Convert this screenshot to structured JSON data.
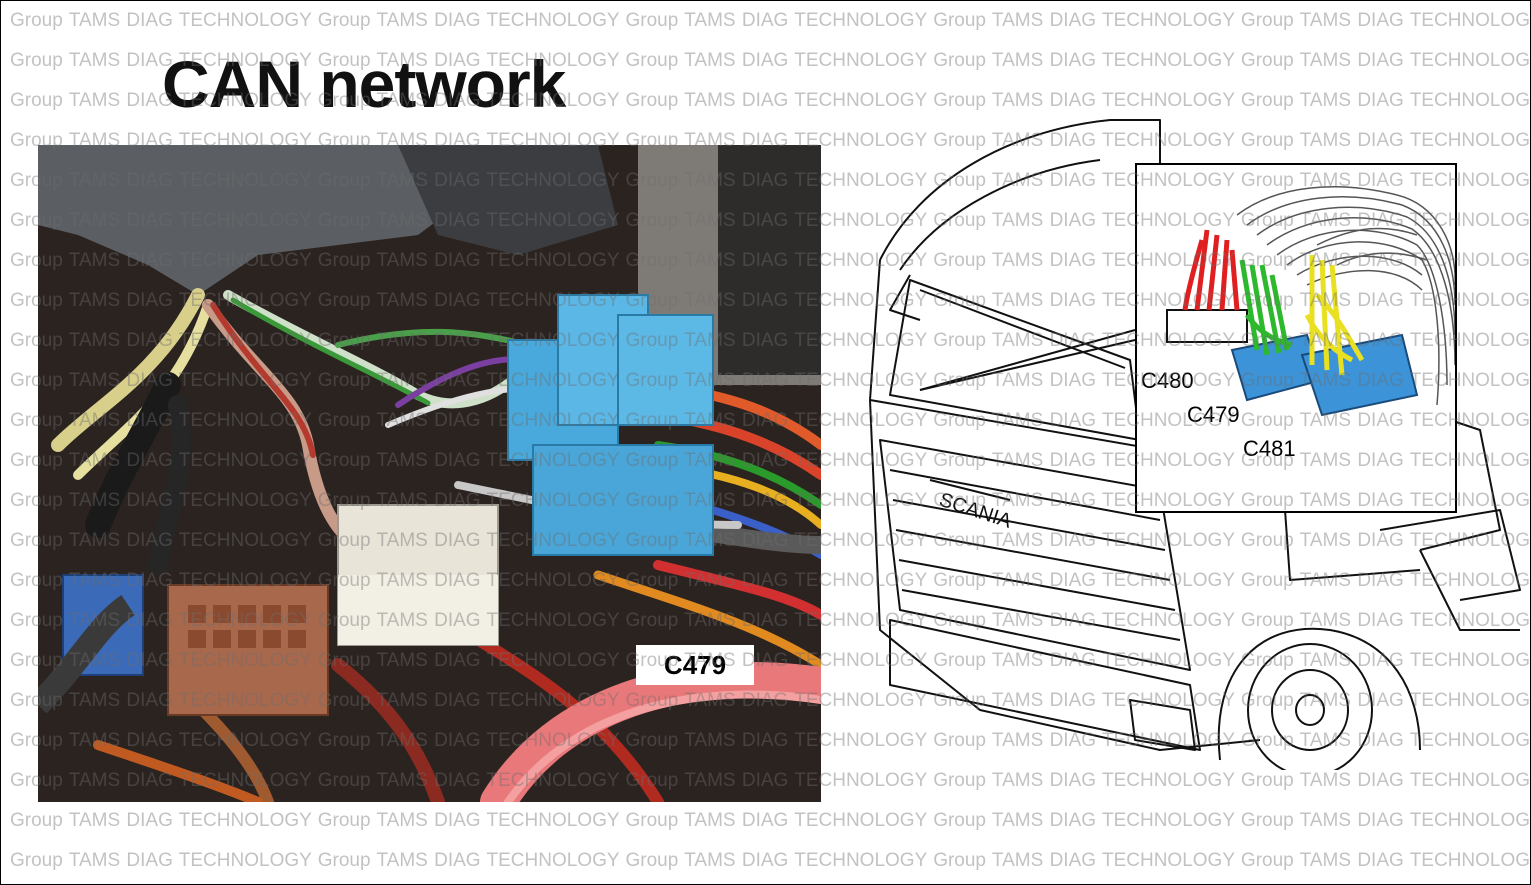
{
  "title": "CAN network",
  "photo": {
    "connector_label": "C479"
  },
  "diagram": {
    "brand": "SCANIA",
    "connectors": [
      "C480",
      "C479",
      "C481"
    ]
  },
  "watermark": {
    "text": "Group TAMS DIAG TECHNOLOGY"
  },
  "colors": {
    "connector_blue": "#3ca5dd",
    "wire_red": "#e02020",
    "wire_green": "#2db82d",
    "wire_yellow": "#e8e020"
  }
}
